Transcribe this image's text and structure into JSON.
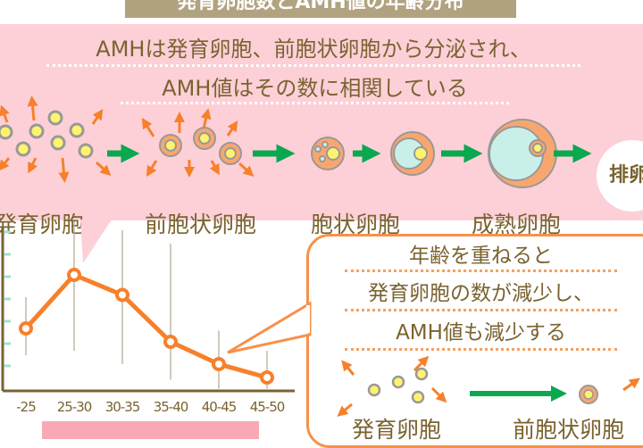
{
  "title": "発育卵胞数とAMH値の年齢分布",
  "top_panel": {
    "line1": "AMHは発育卵胞、前胞状卵胞から分泌され、",
    "line2": "AMH値はその数に相関している",
    "stages": [
      "発育卵胞",
      "前胞状卵胞",
      "胞状卵胞",
      "成熟卵胞"
    ],
    "ovulation": "排卵"
  },
  "callout": {
    "line1": "年齢を重ねると",
    "line2": "発育卵胞の数が減少し、",
    "line3": "AMH値も減少する",
    "stage1": "発育卵胞",
    "stage2": "前胞状卵胞"
  },
  "colors": {
    "accent": "#f7802a",
    "pink": "#fdd0d8",
    "arrow": "#0aa84f",
    "text": "#7a6330"
  },
  "chart_data": {
    "type": "line",
    "categories": [
      "-25",
      "25-30",
      "30-35",
      "35-40",
      "40-45",
      "45-50"
    ],
    "values": [
      2.8,
      5.2,
      4.3,
      2.2,
      1.2,
      0.6
    ],
    "error_low": [
      1.6,
      1.8,
      1.2,
      0.5,
      0.1,
      0.1
    ],
    "error_high": [
      4.2,
      7.6,
      7.2,
      6.6,
      2.7,
      1.8
    ],
    "ylim": [
      0,
      7
    ],
    "xlabel": "",
    "ylabel": "",
    "grid": false
  }
}
